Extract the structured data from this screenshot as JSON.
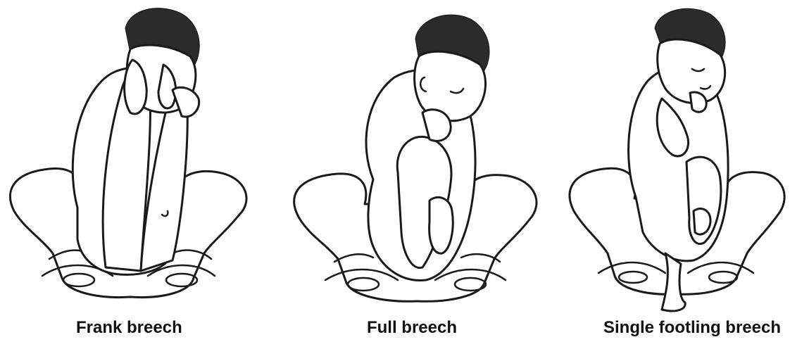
{
  "panels": [
    {
      "caption": "Frank breech"
    },
    {
      "caption": "Full breech"
    },
    {
      "caption": "Single footling breech"
    }
  ]
}
